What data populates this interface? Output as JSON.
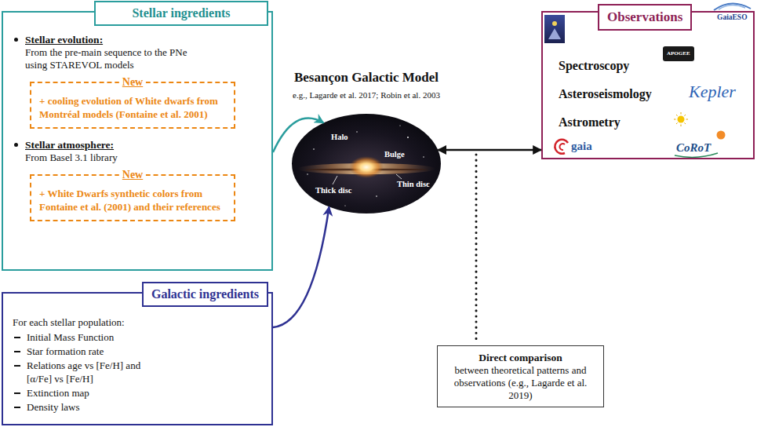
{
  "diagram": {
    "nodes": [
      {
        "text": [
          "Stellar ingredients",
          "Stellar evolution:",
          "From the pre-main sequence to the PNe using STAREVOL models",
          "Stellar atmosphere:",
          "From Basel 3.1 library"
        ]
      },
      {
        "text": [
          "New",
          "+ cooling evolution of White dwarfs from Montréal models (Fontaine et al. 2001)"
        ],
        "in": 0
      },
      {
        "text": [
          "New",
          "+ White Dwarfs synthetic colors from Fontaine et al. (2001) and their references"
        ],
        "in": 0
      },
      {
        "text": [
          "Galactic ingredients",
          "For each stellar population:",
          "Initial Mass Function",
          "Star formation rate",
          "Relations age vs [Fe/H] and [α/Fe] vs [Fe/H]",
          "Extinction map",
          "Density laws"
        ]
      },
      {
        "text": [
          "Besançon Galactic Model",
          "e.g., Lagarde et al. 2017; Robin et al. 2003",
          "Halo",
          "Bulge",
          "Thick disc",
          "Thin disc"
        ]
      },
      {
        "text": [
          "Observations",
          "Spectroscopy",
          "Asteroseismology",
          "Astrometry"
        ]
      },
      {
        "text": [
          "Direct comparison",
          "between theoretical patterns and observations (e.g., Lagarde et al. 2019)"
        ]
      }
    ],
    "edges": [
      {
        "from": 0,
        "to": 4,
        "arrow": "to"
      },
      {
        "from": 3,
        "to": 4,
        "arrow": "to"
      },
      {
        "from": 4,
        "to": 5,
        "arrow": "both"
      }
    ],
    "labels": [
      "GaiaESO",
      "APOGEE",
      "Kepler",
      "gaia",
      "CoRoT"
    ]
  }
}
